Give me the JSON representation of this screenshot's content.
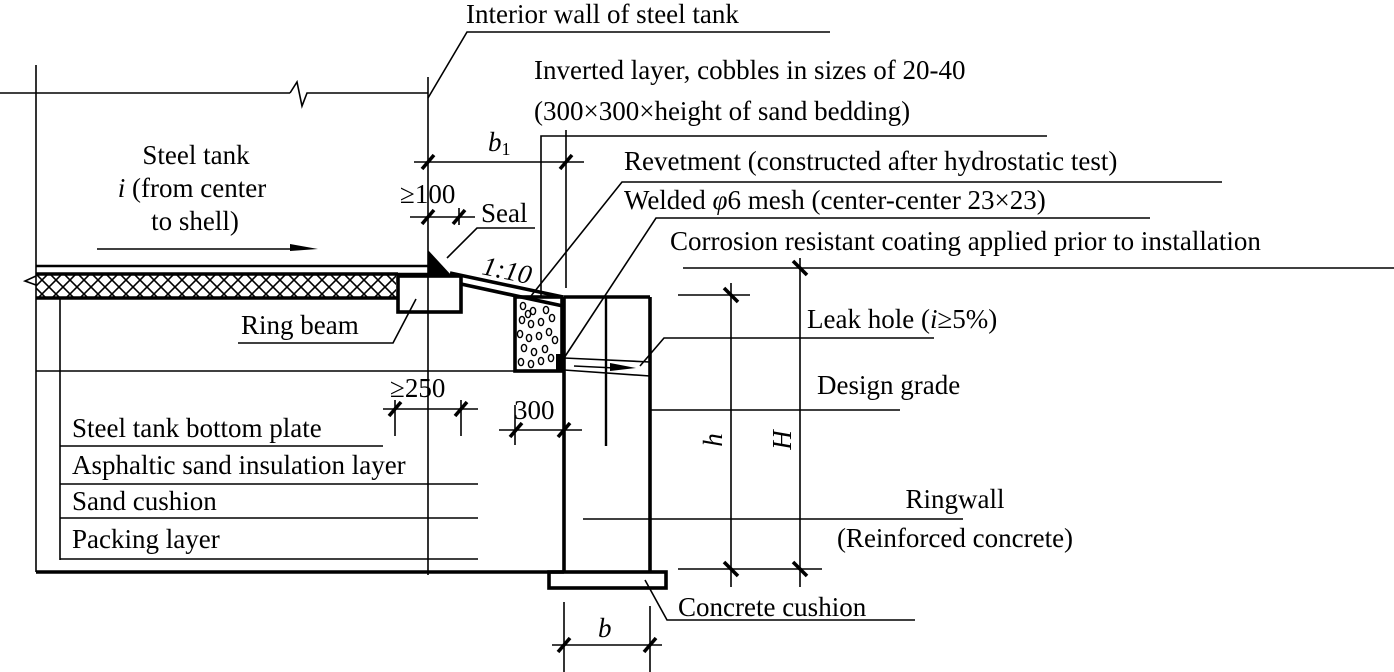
{
  "diagram": {
    "type": "construction-section",
    "subject": "Steel tank ringwall foundation detail"
  },
  "labels": {
    "interior_wall": "Interior wall of steel tank",
    "inverted_layer_1": "Inverted layer, cobbles in sizes of 20-40",
    "inverted_layer_2": "(300×300×height of sand bedding)",
    "revetment": "Revetment (constructed after hydrostatic test)",
    "welded_mesh_prefix": "Welded ",
    "welded_mesh_phi": "φ",
    "welded_mesh_suffix": "6 mesh (center-center 23×23)",
    "corrosion": "Corrosion resistant coating applied prior to installation",
    "steel_tank_1": "Steel tank",
    "steel_tank_2_i": "i",
    "steel_tank_2_rest": " (from center",
    "steel_tank_3": "to shell)",
    "seal": "Seal",
    "slope": "1:10",
    "ring_beam": "Ring beam",
    "leak_hole_prefix": "Leak hole (",
    "leak_hole_i": "i",
    "leak_hole_suffix": "≥5%)",
    "design_grade": "Design grade",
    "ringwall_1": "Ringwall",
    "ringwall_2": "(Reinforced concrete)",
    "concrete_cushion": "Concrete cushion",
    "layers": [
      "Steel tank bottom plate",
      "Asphaltic sand insulation layer",
      "Sand cushion",
      "Packing layer"
    ]
  },
  "dimensions": {
    "b1": "b",
    "b1_sub": "1",
    "min_100": "≥100",
    "min_250": "≥250",
    "d300": "300",
    "h": "h",
    "H": "H",
    "b": "b"
  }
}
